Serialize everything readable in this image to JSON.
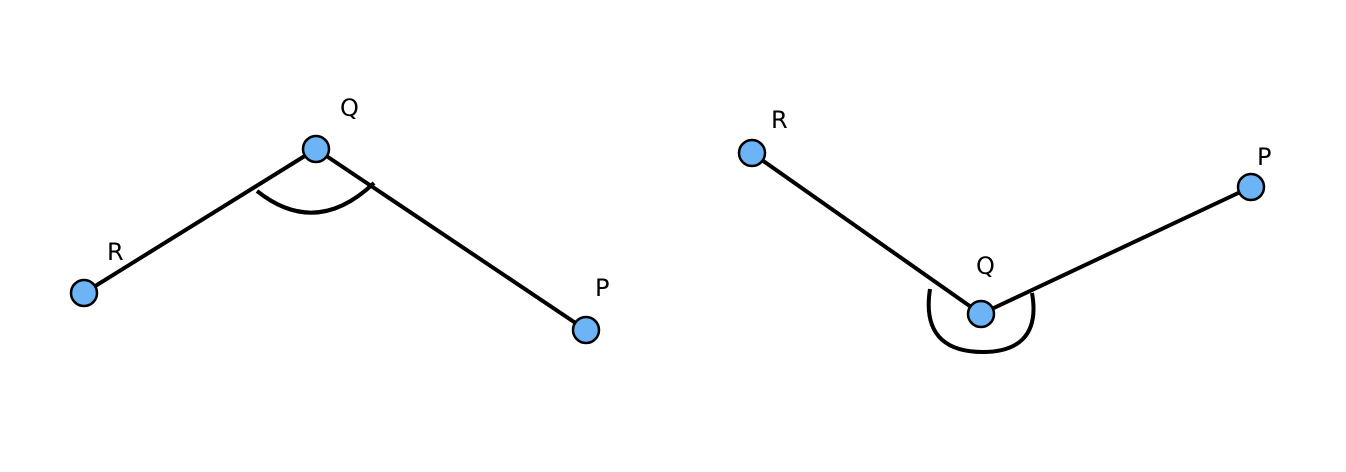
{
  "point_fill": "#6CB4F6",
  "line_color": "#000000",
  "figures": [
    {
      "labels": {
        "Q": "Q",
        "R": "R",
        "P": "P"
      }
    },
    {
      "labels": {
        "Q": "Q",
        "R": "R",
        "P": "P"
      }
    }
  ]
}
